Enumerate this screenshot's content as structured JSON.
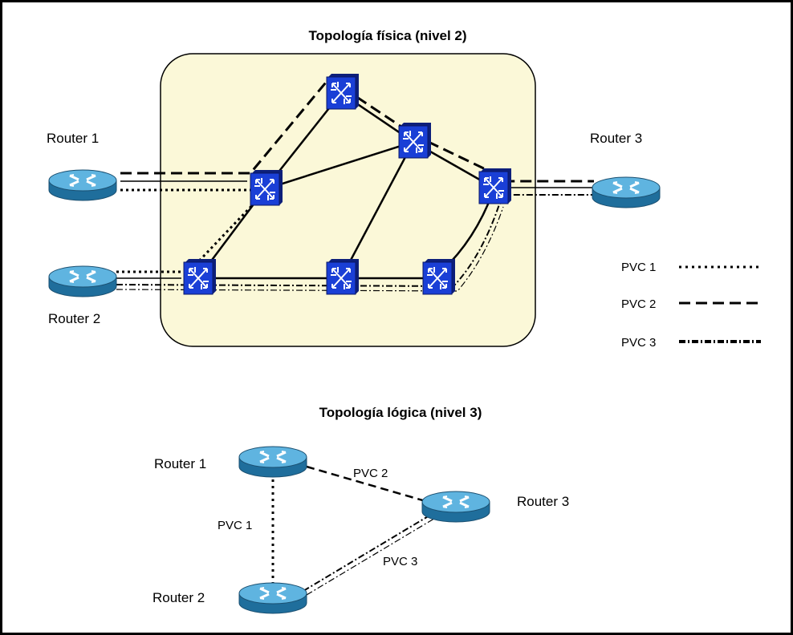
{
  "physical": {
    "title": "Topología física (nivel 2)",
    "routers": [
      "Router 1",
      "Router 2",
      "Router 3"
    ]
  },
  "legend": {
    "items": [
      "PVC 1",
      "PVC 2",
      "PVC 3"
    ]
  },
  "logical": {
    "title": "Topología lógica (nivel 3)",
    "routers": [
      "Router 1",
      "Router 2",
      "Router 3"
    ],
    "links": [
      "PVC 1",
      "PVC 2",
      "PVC 3"
    ]
  },
  "colors": {
    "cloud_fill": "#fbf8d8",
    "switch_blue": "#1a3fd6",
    "router_blue": "#2f8fc4"
  }
}
